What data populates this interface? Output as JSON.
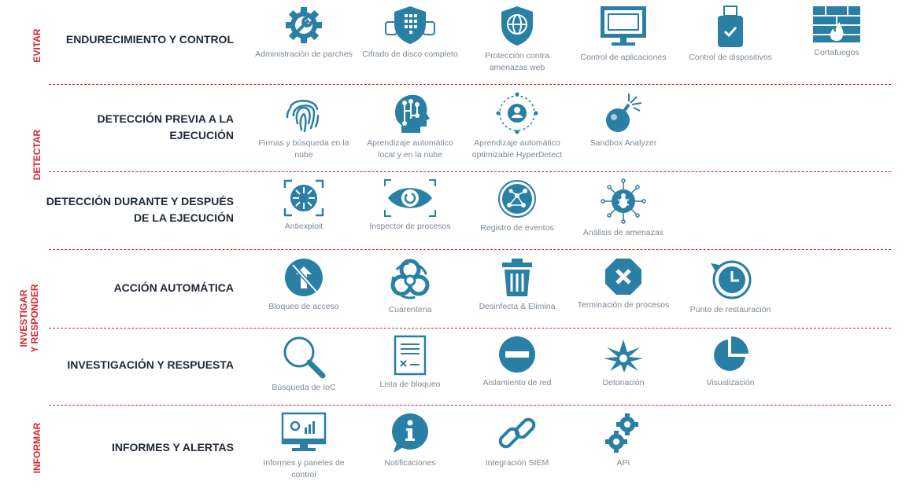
{
  "phases": [
    {
      "id": "evitar",
      "label": "EVITAR"
    },
    {
      "id": "detectar",
      "label": "DETECTAR"
    },
    {
      "id": "investigar",
      "label": "INVESTIGAR\nY RESPONDER"
    },
    {
      "id": "informar",
      "label": "INFORMAR"
    }
  ],
  "colors": {
    "accent": "#d8232f",
    "icon": "#2a7fa5",
    "heading": "#1f2a36",
    "label": "#7c8a96"
  },
  "rows": [
    {
      "title": "ENDURECIMIENTO Y CONTROL",
      "items": [
        {
          "label": "Administración de parches",
          "icon": "gear-wrench-icon"
        },
        {
          "label": "Cifrado de disco completo",
          "icon": "shield-keypad-icon"
        },
        {
          "label": "Protección contra\namenazas web",
          "icon": "shield-globe-icon"
        },
        {
          "label": "Control de aplicaciones",
          "icon": "monitor-app-icon"
        },
        {
          "label": "Control de dispositivos",
          "icon": "usb-drive-icon"
        },
        {
          "label": "Cortafuegos",
          "icon": "firewall-icon"
        }
      ]
    },
    {
      "title": "DETECCIÓN PREVIA A LA\nEJECUCIÓN",
      "items": [
        {
          "label": "Firmas y búsqueda en la\nnube",
          "icon": "fingerprint-icon"
        },
        {
          "label": "Aprendizaje automático\nlocal y en la nube",
          "icon": "ai-head-icon"
        },
        {
          "label": "Aprendizaje automático\noptimizable HyperDetect",
          "icon": "target-user-icon"
        },
        {
          "label": "Sandbox Analyzer",
          "icon": "bomb-icon"
        }
      ]
    },
    {
      "title": "DETECCIÓN DURANTE Y DESPUÉS\nDE LA EJECUCIÓN",
      "items": [
        {
          "label": "Antiexploit",
          "icon": "antiexploit-icon"
        },
        {
          "label": "Inspector de procesos",
          "icon": "eye-icon"
        },
        {
          "label": "Registro de eventos",
          "icon": "network-nodes-icon"
        },
        {
          "label": "Análisis de amenazas",
          "icon": "bug-circuit-icon"
        }
      ]
    },
    {
      "title": "ACCIÓN AUTOMÁTICA",
      "items": [
        {
          "label": "Bloqueo de acceso",
          "icon": "blocked-arrow-icon"
        },
        {
          "label": "Cuarentena",
          "icon": "biohazard-icon"
        },
        {
          "label": "Desinfecta & Elimina",
          "icon": "trash-icon"
        },
        {
          "label": "Terminación de procesos",
          "icon": "octagon-x-icon"
        },
        {
          "label": "Punto de restauración",
          "icon": "restore-clock-icon"
        }
      ]
    },
    {
      "title": "INVESTIGACIÓN Y RESPUESTA",
      "items": [
        {
          "label": "Búsqueda de IoC",
          "icon": "magnifier-icon"
        },
        {
          "label": "Lista de bloqueo",
          "icon": "blocklist-doc-icon"
        },
        {
          "label": "Aislamiento de red",
          "icon": "no-entry-icon"
        },
        {
          "label": "Detonación",
          "icon": "detonation-icon"
        },
        {
          "label": "Visualización",
          "icon": "pie-chart-icon"
        }
      ]
    },
    {
      "title": "INFORMES Y ALERTAS",
      "items": [
        {
          "label": "Informes y paneles de\ncontrol",
          "icon": "dashboard-monitor-icon"
        },
        {
          "label": "Notificaciones",
          "icon": "info-bubble-icon"
        },
        {
          "label": "Integración SIEM",
          "icon": "chain-link-icon"
        },
        {
          "label": "API",
          "icon": "gears-icon"
        }
      ]
    }
  ]
}
